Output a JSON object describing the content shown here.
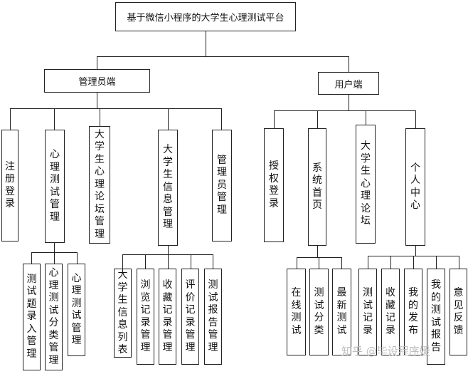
{
  "title": "基于微信小程序的大学生心理测试平台",
  "branches": {
    "admin": "管理员端",
    "user": "用户端"
  },
  "admin_modules": {
    "register_login": "注册登录",
    "psych_test_mgmt": "心理测试管理",
    "forum_mgmt": "大学生心理论坛管理",
    "student_info_mgmt": "大学生信息管理",
    "admin_mgmt": "管理员管理"
  },
  "psych_test_children": {
    "entry": "测试题录入管理",
    "category": "心理测试分类管理",
    "test": "心理测试管理"
  },
  "student_info_children": {
    "list": "大学生信息列表",
    "browse": "浏览记录管理",
    "favorite": "收藏记录管理",
    "review": "评价记录管理",
    "report": "测试报告管理"
  },
  "user_modules": {
    "auth_login": "授权登录",
    "home": "系统首页",
    "forum": "大学生心理论坛",
    "personal": "个人中心"
  },
  "home_children": {
    "online_test": "在线测试",
    "test_category": "测试分类",
    "latest_test": "最新测试"
  },
  "personal_children": {
    "test_record": "测试记录",
    "favorite_record": "收藏记录",
    "my_posts": "我的发布",
    "my_report": "我的测试报告",
    "feedback": "意见反馈"
  },
  "watermark": "知乎 @毕设程序媛"
}
